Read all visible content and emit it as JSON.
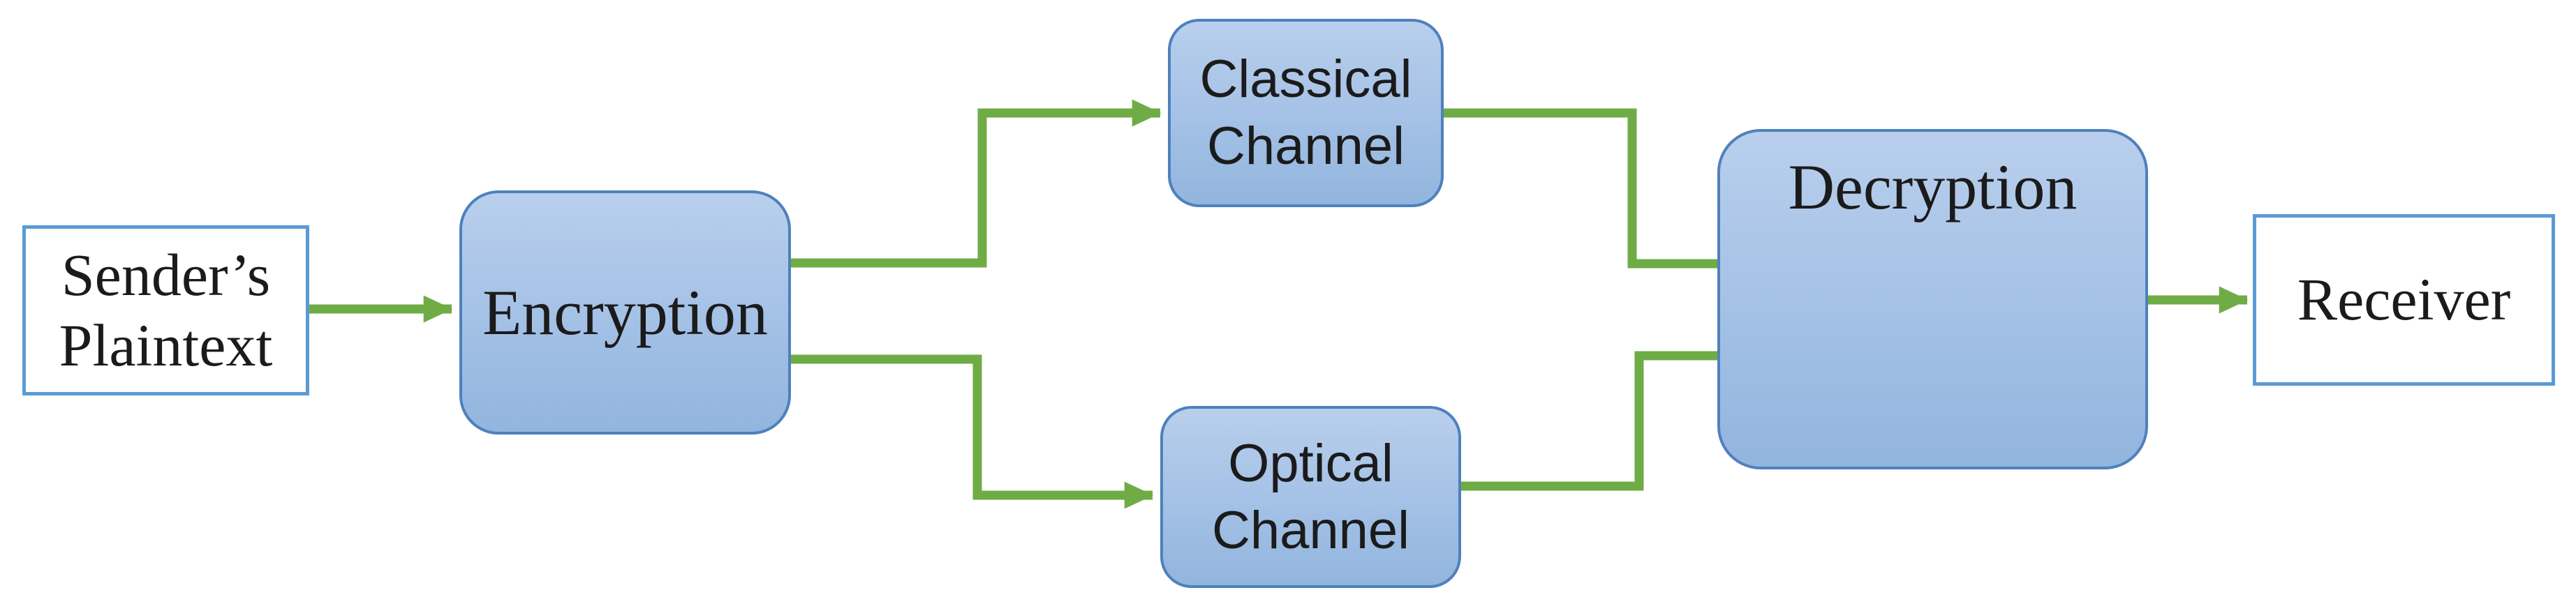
{
  "colors": {
    "arrow_green": "#6FAC46",
    "node_fill_top": "#B9CFEC",
    "node_fill_bottom": "#92B5DE",
    "rounded_node_border": "#4E81BD",
    "plain_node_border": "#5B9BD5",
    "label_text": "#1B1B1B",
    "background": "#FFFFFF"
  },
  "nodes": {
    "sender": {
      "line1": "Sender’s",
      "line2": "Plaintext"
    },
    "encryption": {
      "label": "Encryption"
    },
    "classical": {
      "line1": "Classical",
      "line2": "Channel"
    },
    "optical": {
      "line1": "Optical",
      "line2": "Channel"
    },
    "decryption": {
      "label": "Decryption"
    },
    "receiver": {
      "label": "Receiver"
    }
  },
  "connectors": [
    {
      "from": "sender-plaintext",
      "to": "encryption"
    },
    {
      "from": "encryption",
      "to": "classical-channel"
    },
    {
      "from": "encryption",
      "to": "optical-channel"
    },
    {
      "from": "classical-channel",
      "to": "decryption"
    },
    {
      "from": "optical-channel",
      "to": "decryption",
      "multiwire_slash": true
    },
    {
      "from": "decryption",
      "to": "receiver"
    }
  ]
}
